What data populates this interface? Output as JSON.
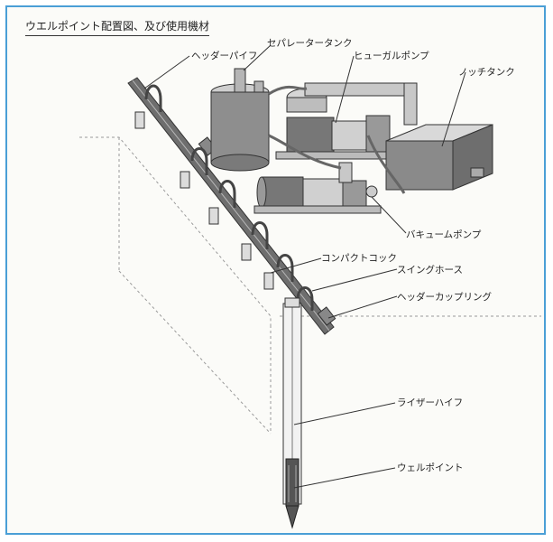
{
  "diagram": {
    "title": "ウエルポイント配置図、及び使用機材",
    "labels": {
      "header_pipe": "ヘッダーパイフ",
      "separator_tank": "セパレータータンク",
      "centrifugal_pump": "ヒューガルポンプ",
      "notch_tank": "ノッチタンク",
      "vacuum_pump": "バキュームポンプ",
      "compact_cock": "コンパクトコック",
      "swing_hose": "スイングホース",
      "header_coupling": "ヘッダーカップリング",
      "riser_pipe": "ライザーハイフ",
      "well_point": "ウェルポイント"
    }
  }
}
